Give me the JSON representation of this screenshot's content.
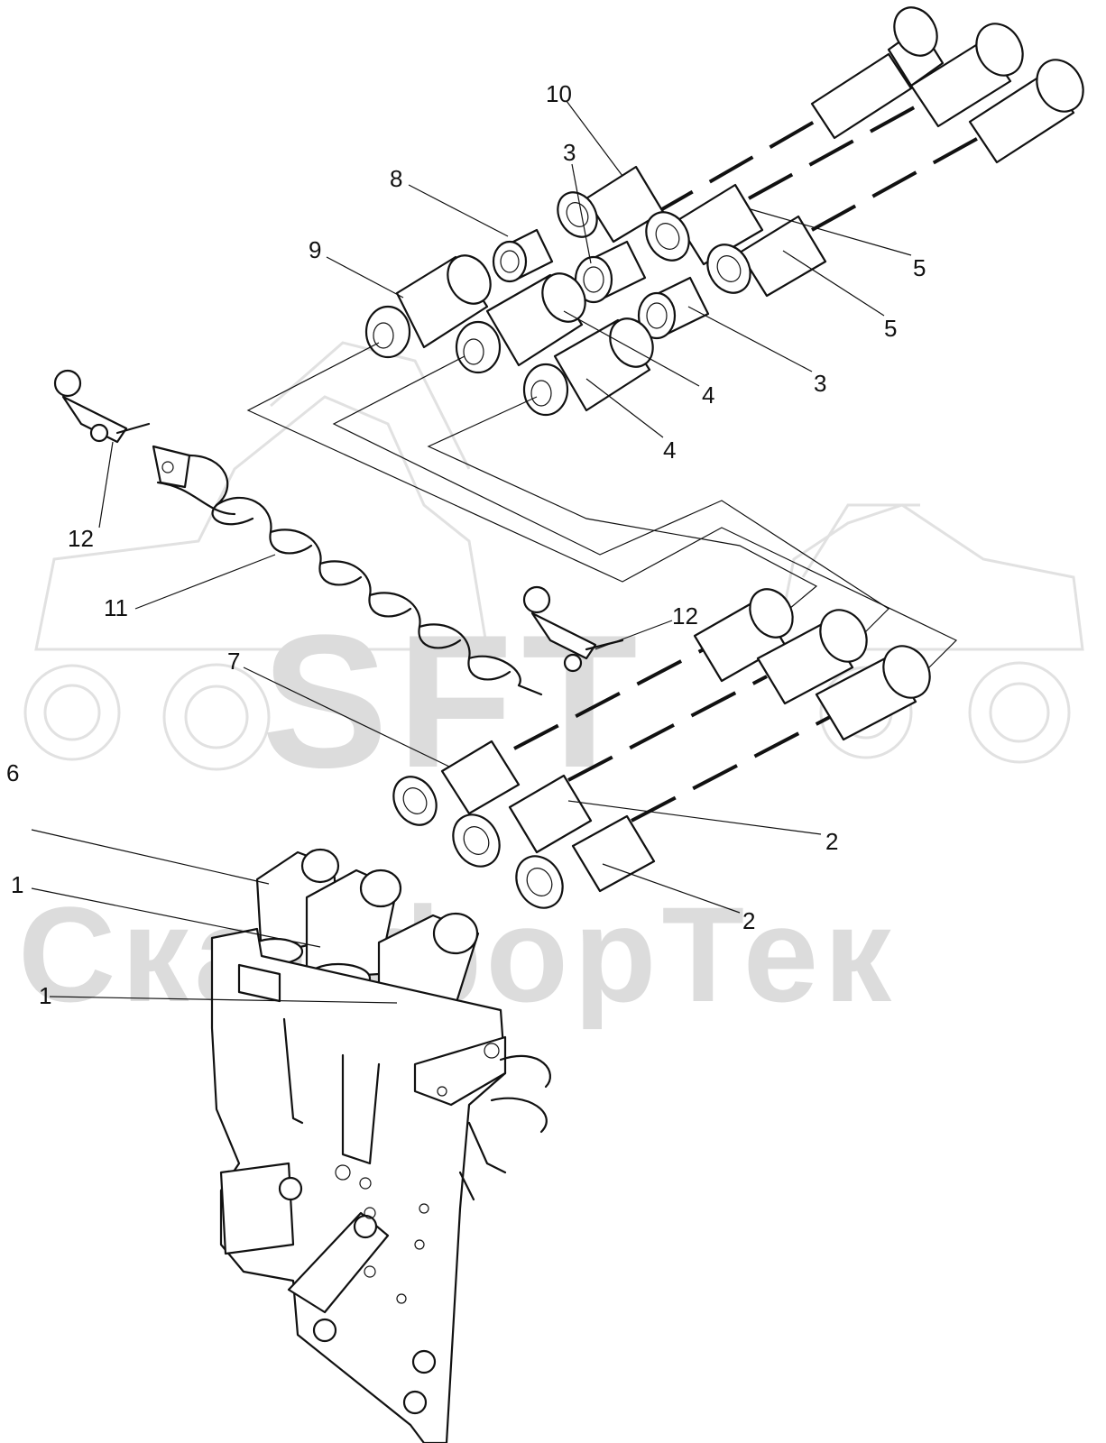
{
  "watermark": {
    "logo_text": "SFT",
    "company_text": "СкайфорТек",
    "logo_color": "#d9d9d9"
  },
  "callouts": [
    {
      "id": "c10",
      "label": "10"
    },
    {
      "id": "c8",
      "label": "8"
    },
    {
      "id": "c3a",
      "label": "3"
    },
    {
      "id": "c9",
      "label": "9"
    },
    {
      "id": "c5a",
      "label": "5"
    },
    {
      "id": "c5b",
      "label": "5"
    },
    {
      "id": "c3b",
      "label": "3"
    },
    {
      "id": "c4a",
      "label": "4"
    },
    {
      "id": "c4b",
      "label": "4"
    },
    {
      "id": "c12a",
      "label": "12"
    },
    {
      "id": "c12b",
      "label": "12"
    },
    {
      "id": "c11",
      "label": "11"
    },
    {
      "id": "c7",
      "label": "7"
    },
    {
      "id": "c6",
      "label": "6"
    },
    {
      "id": "c2a",
      "label": "2"
    },
    {
      "id": "c2b",
      "label": "2"
    },
    {
      "id": "c1a",
      "label": "1"
    },
    {
      "id": "c1b",
      "label": "1"
    }
  ],
  "line_color": "#111111"
}
